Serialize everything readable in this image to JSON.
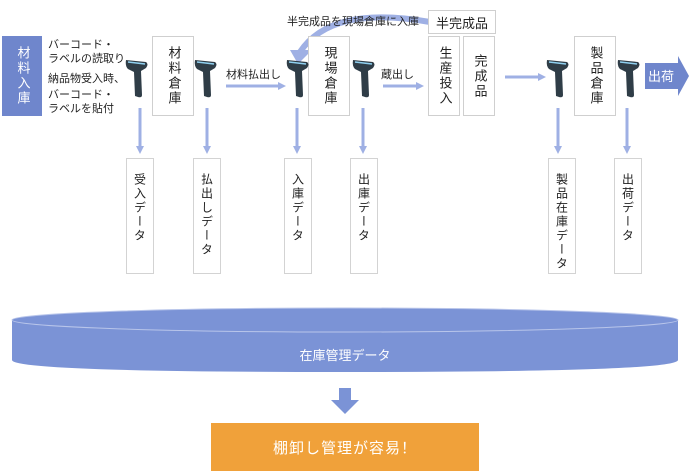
{
  "nodes": {
    "material_receiving": "材料入庫",
    "material_warehouse": "材料倉庫",
    "site_warehouse": "現場倉庫",
    "production_input": "生産投入",
    "finished": "完成品",
    "semi_finished": "半完成品",
    "product_warehouse": "製品倉庫",
    "shipping": "出荷"
  },
  "labels": {
    "barcode_read": "バーコード・\nラベルの読取り",
    "on_receipt": "納品物受入時、",
    "barcode_attach": "バーコード・\nラベルを貼付",
    "material_out": "材料払出し",
    "semi_to_site": "半完成品を現場倉庫に入庫",
    "warehouse_out": "蔵出し"
  },
  "data_records": {
    "receipt_data": "受入データ",
    "dispatch_data": "払出しデータ",
    "entry_data": "入庫データ",
    "exit_data": "出庫データ",
    "product_stock_data": "製品在庫データ",
    "shipping_data": "出荷データ"
  },
  "database": {
    "label": "在庫管理データ"
  },
  "result": {
    "label": "棚卸し管理が容易！"
  },
  "colors": {
    "accent_blue": "#6f86cc",
    "arrow_blue": "#9fb0e4",
    "orange": "#f0a13a",
    "scanner_dark": "#2f3d47"
  }
}
